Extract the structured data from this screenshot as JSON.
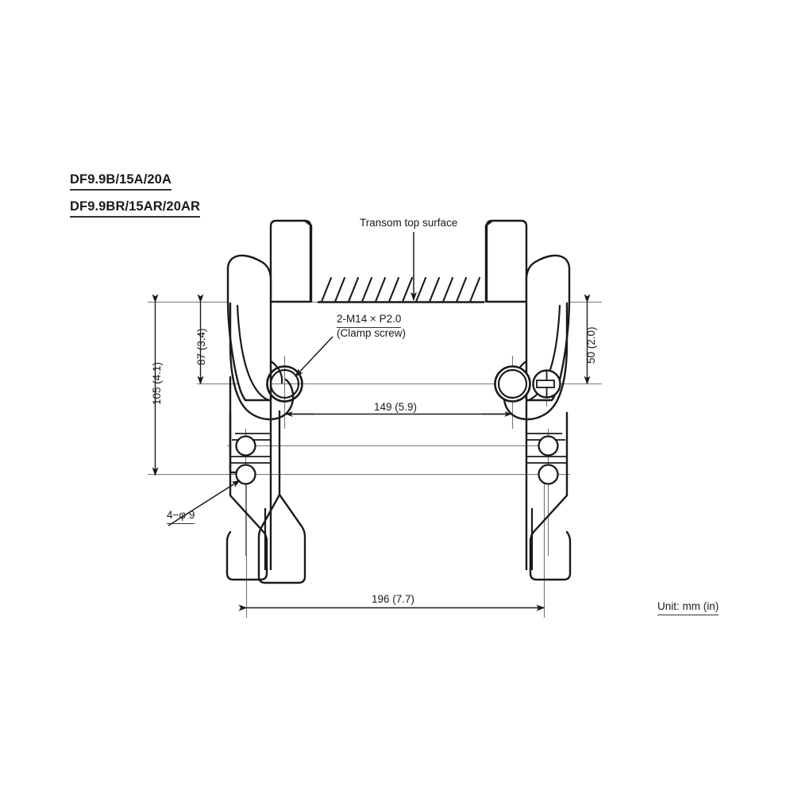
{
  "sheet": {
    "background": "#ffffff",
    "line_color": "#1a1a1a",
    "thin_line_color": "#666666"
  },
  "titles": {
    "line_1": "DF9.9B/15A/20A",
    "line_2": "DF9.9BR/15AR/20AR"
  },
  "notes": {
    "transom": "Transom top surface",
    "clamp_screw_spec": "2-M14 × P2.0",
    "clamp_screw_label": "(Clamp screw)",
    "mount_holes": "4−φ 9",
    "unit": "Unit: mm (in)"
  },
  "dimensions": {
    "overall_height": "105 (4.1)",
    "clamp_height": "87 (3.4)",
    "transom_to_bolt": "50 (2.0)",
    "bolt_spacing": "149 (5.9)",
    "overall_width": "196 (7.7)"
  },
  "drawing": {
    "type": "engineering-elevation-view",
    "subject": "Outboard motor clamp bracket, front view",
    "icons": {
      "arrow": "arrow-head",
      "hatch": "hatch-marks"
    }
  }
}
